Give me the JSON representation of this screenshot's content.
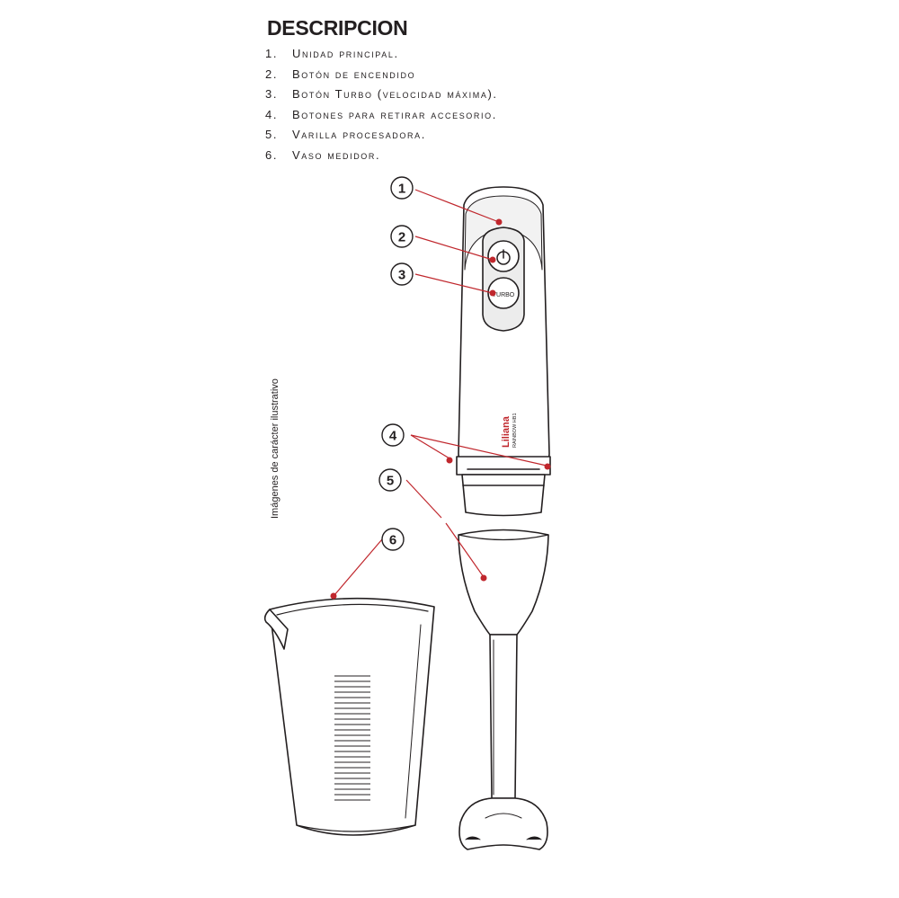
{
  "heading": "DESCRIPCION",
  "parts": [
    {
      "num": "1.",
      "label": "Unidad principal."
    },
    {
      "num": "2.",
      "label": "Botón de encendido"
    },
    {
      "num": "3.",
      "label": "Botón Turbo (velocidad máxima)."
    },
    {
      "num": "4.",
      "label": "Botones para retirar accesorio."
    },
    {
      "num": "5.",
      "label": "Varilla procesadora."
    },
    {
      "num": "6.",
      "label": "Vaso medidor."
    }
  ],
  "side_note": "Imágenes de carácter ilustrativo",
  "callouts": [
    "1",
    "2",
    "3",
    "4",
    "5",
    "6"
  ],
  "device_labels": {
    "turbo": "TURBO",
    "brand": "Liliana",
    "model": "RAINBOW HB1"
  },
  "colors": {
    "line": "#231f20",
    "accent": "#c0272d",
    "fill_grey": "#f2f2f2"
  }
}
